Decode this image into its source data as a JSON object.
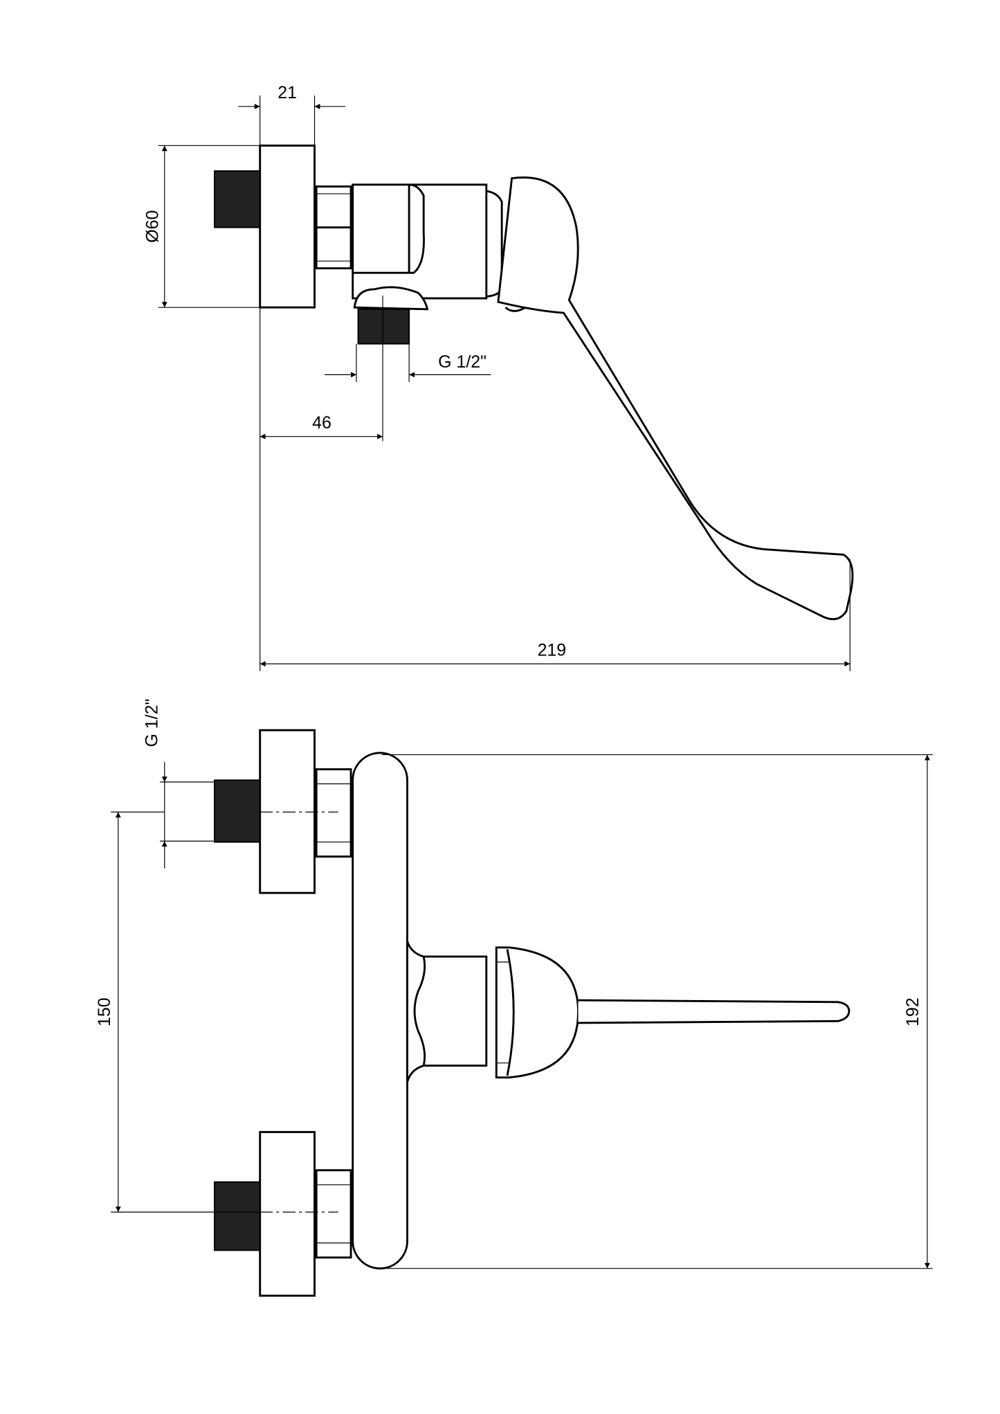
{
  "drawing": {
    "top_view": {
      "dim_escutcheon_depth": "21",
      "dim_escutcheon_diameter": "Ø60",
      "dim_outlet_thread": "G 1/2\"",
      "dim_outlet_offset": "46",
      "dim_total_depth": "219"
    },
    "front_view": {
      "dim_inlet_thread": "G 1/2\"",
      "dim_inlet_spacing": "150",
      "dim_total_height": "192"
    }
  }
}
